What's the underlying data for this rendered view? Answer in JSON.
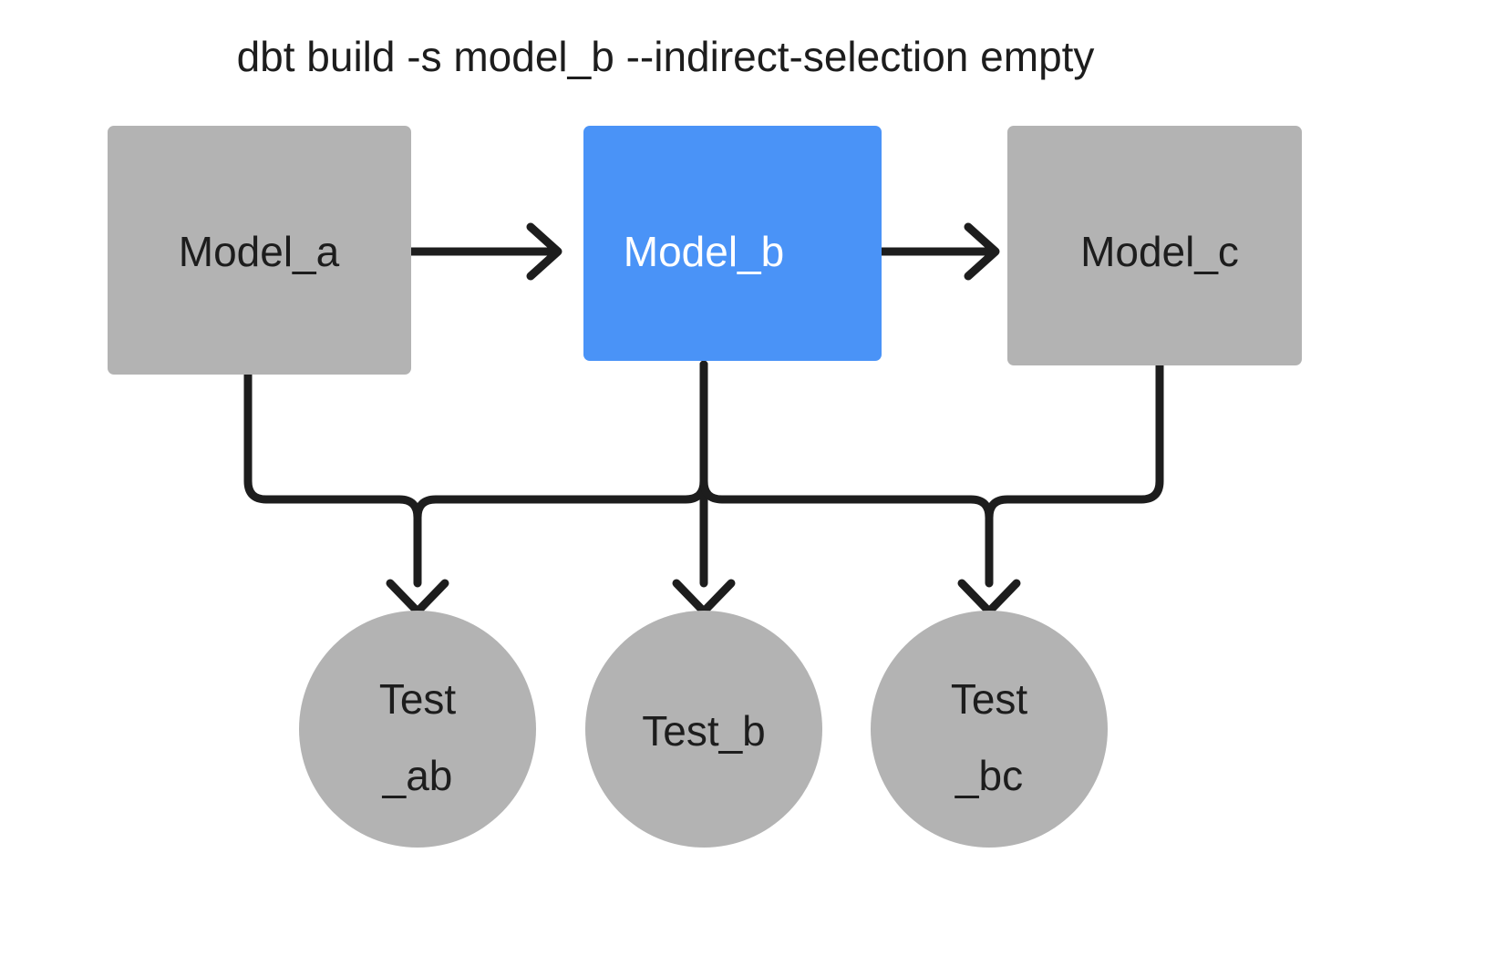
{
  "title": "dbt build -s model_b --indirect-selection empty",
  "colors": {
    "selected": "#4a93f7",
    "unselected": "#b3b3b3",
    "stroke": "#1d1d1d",
    "background": "#ffffff",
    "label_on_selected": "#ffffff",
    "label_on_unselected": "#1d1d1d"
  },
  "models": [
    {
      "id": "model_a",
      "label": "Model_a",
      "state": "unselected",
      "fill": "#b3b3b3",
      "text_color": "#1d1d1d"
    },
    {
      "id": "model_b",
      "label": "Model_b",
      "state": "selected",
      "fill": "#4a93f7",
      "text_color": "#ffffff"
    },
    {
      "id": "model_c",
      "label": "Model_c",
      "state": "unselected",
      "fill": "#b3b3b3",
      "text_color": "#1d1d1d"
    }
  ],
  "tests": [
    {
      "id": "test_ab",
      "label": "Test_ab",
      "line1": "Test",
      "line2": "_ab",
      "state": "unselected",
      "fill": "#b3b3b3"
    },
    {
      "id": "test_b",
      "label": "Test_b",
      "line1": "Test_b",
      "line2": "",
      "state": "unselected",
      "fill": "#b3b3b3"
    },
    {
      "id": "test_bc",
      "label": "Test_bc",
      "line1": "Test",
      "line2": "_bc",
      "state": "unselected",
      "fill": "#b3b3b3"
    }
  ],
  "edges": [
    {
      "from": "model_a",
      "to": "model_b",
      "kind": "horizontal"
    },
    {
      "from": "model_b",
      "to": "model_c",
      "kind": "horizontal"
    },
    {
      "from": "model_a",
      "to": "test_ab",
      "kind": "elbow"
    },
    {
      "from": "model_b",
      "to": "test_ab",
      "kind": "elbow"
    },
    {
      "from": "model_b",
      "to": "test_b",
      "kind": "straight"
    },
    {
      "from": "model_b",
      "to": "test_bc",
      "kind": "elbow"
    },
    {
      "from": "model_c",
      "to": "test_bc",
      "kind": "elbow"
    }
  ]
}
